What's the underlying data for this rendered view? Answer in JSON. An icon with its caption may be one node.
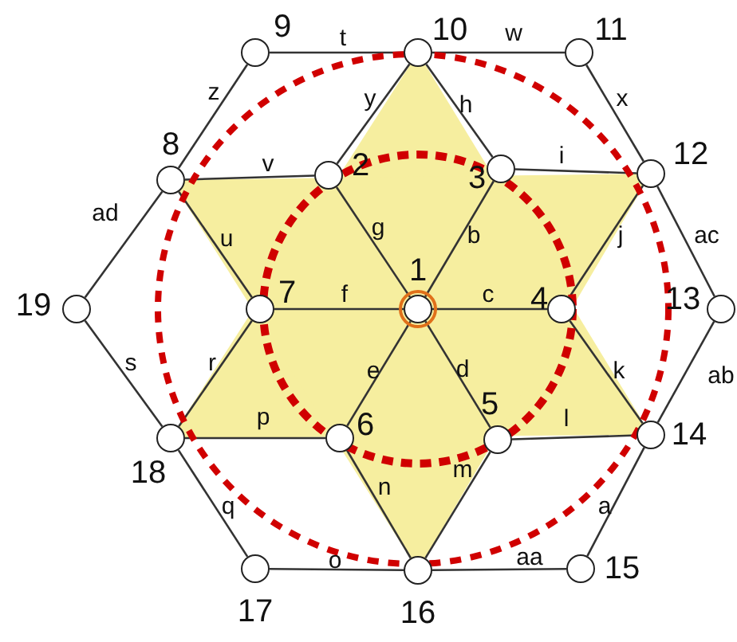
{
  "diagram": {
    "nodes": [
      {
        "text": [],
        "shape": "circle",
        "beside": [
          "1"
        ]
      },
      {
        "text": [],
        "shape": "circle",
        "beside": [
          "2"
        ]
      },
      {
        "text": [],
        "shape": "circle",
        "beside": [
          "3"
        ]
      },
      {
        "text": [],
        "shape": "circle",
        "beside": [
          "4"
        ]
      },
      {
        "text": [],
        "shape": "circle",
        "beside": [
          "5"
        ]
      },
      {
        "text": [],
        "shape": "circle",
        "beside": [
          "6"
        ]
      },
      {
        "text": [],
        "shape": "circle",
        "beside": [
          "7"
        ]
      },
      {
        "text": [],
        "shape": "circle",
        "beside": [
          "8"
        ]
      },
      {
        "text": [],
        "shape": "circle",
        "beside": [
          "9"
        ]
      },
      {
        "text": [],
        "shape": "circle",
        "beside": [
          "10"
        ]
      },
      {
        "text": [],
        "shape": "circle",
        "beside": [
          "11"
        ]
      },
      {
        "text": [],
        "shape": "circle",
        "beside": [
          "12"
        ]
      },
      {
        "text": [],
        "shape": "circle",
        "beside": [
          "13"
        ]
      },
      {
        "text": [],
        "shape": "circle",
        "beside": [
          "14"
        ]
      },
      {
        "text": [],
        "shape": "circle",
        "beside": [
          "15"
        ]
      },
      {
        "text": [],
        "shape": "circle",
        "beside": [
          "16"
        ]
      },
      {
        "text": [],
        "shape": "circle",
        "beside": [
          "17"
        ]
      },
      {
        "text": [],
        "shape": "circle",
        "beside": [
          "18"
        ]
      },
      {
        "text": [],
        "shape": "circle",
        "beside": [
          "19"
        ]
      }
    ],
    "edges": [
      {
        "from": 8,
        "to": 9,
        "arrow": "none",
        "label": "t"
      },
      {
        "from": 9,
        "to": 10,
        "arrow": "none",
        "label": "w"
      },
      {
        "from": 7,
        "to": 8,
        "arrow": "none",
        "label": "z"
      },
      {
        "from": 9,
        "to": 1,
        "arrow": "none",
        "label": "y"
      },
      {
        "from": 9,
        "to": 2,
        "arrow": "none",
        "label": "h"
      },
      {
        "from": 10,
        "to": 11,
        "arrow": "none",
        "label": "x"
      },
      {
        "from": 7,
        "to": 1,
        "arrow": "none",
        "label": "v"
      },
      {
        "from": 2,
        "to": 11,
        "arrow": "none",
        "label": "i"
      },
      {
        "from": 18,
        "to": 7,
        "arrow": "none",
        "label": "ad"
      },
      {
        "from": 7,
        "to": 6,
        "arrow": "none",
        "label": "u"
      },
      {
        "from": 0,
        "to": 1,
        "arrow": "none",
        "label": "g"
      },
      {
        "from": 0,
        "to": 2,
        "arrow": "none",
        "label": "b"
      },
      {
        "from": 11,
        "to": 3,
        "arrow": "none",
        "label": "j"
      },
      {
        "from": 11,
        "to": 12,
        "arrow": "none",
        "label": "ac"
      },
      {
        "from": 6,
        "to": 0,
        "arrow": "none",
        "label": "f"
      },
      {
        "from": 0,
        "to": 3,
        "arrow": "none",
        "label": "c"
      },
      {
        "from": 18,
        "to": 17,
        "arrow": "none",
        "label": "s"
      },
      {
        "from": 6,
        "to": 17,
        "arrow": "none",
        "label": "r"
      },
      {
        "from": 0,
        "to": 5,
        "arrow": "none",
        "label": "e"
      },
      {
        "from": 0,
        "to": 4,
        "arrow": "none",
        "label": "d"
      },
      {
        "from": 3,
        "to": 13,
        "arrow": "none",
        "label": "k"
      },
      {
        "from": 12,
        "to": 13,
        "arrow": "none",
        "label": "ab"
      },
      {
        "from": 17,
        "to": 5,
        "arrow": "none",
        "label": "p"
      },
      {
        "from": 4,
        "to": 13,
        "arrow": "none",
        "label": "l"
      },
      {
        "from": 4,
        "to": 15,
        "arrow": "none",
        "label": "m"
      },
      {
        "from": 5,
        "to": 15,
        "arrow": "none",
        "label": "n"
      },
      {
        "from": 17,
        "to": 16,
        "arrow": "none",
        "label": "q"
      },
      {
        "from": 13,
        "to": 14,
        "arrow": "none",
        "label": "a"
      },
      {
        "from": 16,
        "to": 15,
        "arrow": "none",
        "label": "o"
      },
      {
        "from": 15,
        "to": 14,
        "arrow": "none",
        "label": "aa"
      }
    ]
  }
}
